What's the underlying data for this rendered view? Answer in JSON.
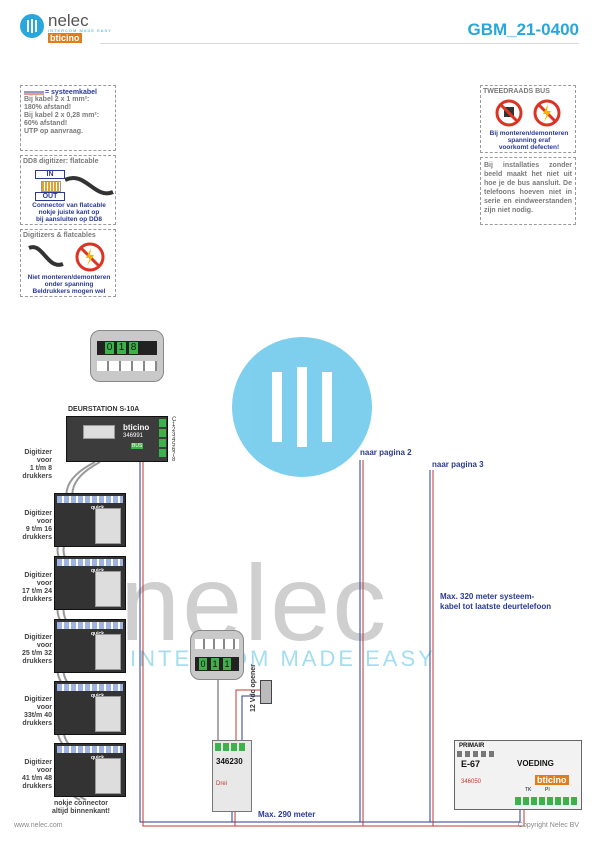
{
  "logo": {
    "brand": "nelec",
    "tagline": "INTERCOM MADE EASY",
    "sub": "bticino"
  },
  "doc_code": "GBM_21-0400",
  "notes": {
    "system_cable": {
      "title": "= systeemkabel",
      "lines": [
        "Bij kabel 2 x 1 mm²:",
        "180% afstand!",
        "Bij kabel 2 x 0,28 mm²:",
        "60% afstand!",
        "UTP op aanvraag."
      ]
    },
    "dd8": {
      "title": "DD8 digitizer: flatcable",
      "in_label": "IN",
      "out_label": "OUT",
      "caption": [
        "Connector van flatcable",
        "nokje juiste kant op",
        "bij aansluiten op DD8"
      ]
    },
    "digitizers": {
      "title": "Digitizers & flatcables",
      "caption": [
        "Niet monteren/demonteren",
        "onder spanning",
        "Beldrukkers mogen wel"
      ]
    },
    "two_wire": {
      "title": "TWEEDRAADS BUS",
      "caption": [
        "Bij monteren/demonteren",
        "spanning eraf",
        "voorkomt defecten!"
      ]
    },
    "install": {
      "text": "Bij installaties zonder beeld maakt het niet uit hoe je de bus aansluit. De telefoons hoeven niet in serie en eindweerstanden zijn niet nodig."
    }
  },
  "diagram": {
    "door_station": {
      "label": "DEURSTATION S-10A",
      "article": "346991",
      "display_digits": [
        "0",
        "1",
        "8"
      ],
      "brand": "bticino",
      "bus_label": "BUS",
      "terminals": [
        "C",
        "1",
        "2",
        "3",
        "4",
        "5",
        "6",
        "7",
        "8"
      ]
    },
    "digitizers": [
      {
        "label": [
          "Digitizer",
          "voor",
          "1 t/m 8",
          "drukkers"
        ]
      },
      {
        "label": [
          "Digitizer",
          "voor",
          "9 t/m 16",
          "drukkers"
        ]
      },
      {
        "label": [
          "Digitizer",
          "voor",
          "17 t/m 24",
          "drukkers"
        ]
      },
      {
        "label": [
          "Digitizer",
          "voor",
          "25 t/m 32",
          "drukkers"
        ]
      },
      {
        "label": [
          "Digitizer",
          "voor",
          "33t/m 40",
          "drukkers"
        ]
      },
      {
        "label": [
          "Digitizer",
          "voor",
          "41 t/m 48",
          "drukkers"
        ]
      }
    ],
    "digitizer_brand": "quick",
    "connector_note": [
      "nokje connector",
      "altijd binnenkant!"
    ],
    "lock_module": {
      "article": "346230",
      "brand": "Drei",
      "display_digits": [
        "0",
        "1",
        "1"
      ]
    },
    "opener_label": "12 Vdc opener",
    "page2_label": "naar pagina 2",
    "page3_label": "naar pagina 3",
    "max320_label": [
      "Max. 320 meter systeem-",
      "kabel tot laatste deurtelefoon"
    ],
    "max290_label": "Max. 290 meter",
    "power": {
      "primary_label": "PRIMAIR",
      "model": "E-67",
      "title": "VOEDING",
      "article": "346050",
      "brand": "bticino",
      "terminal_labels": [
        "TK",
        "PI"
      ]
    }
  },
  "footer": {
    "website": "www.nelec.com",
    "copyright": "Copyright Nelec BV"
  },
  "colors": {
    "accent_blue": "#29a6dc",
    "text_blue": "#2a3a93",
    "cable_red": "#c0392b",
    "terminal_green": "#3bb34a"
  }
}
